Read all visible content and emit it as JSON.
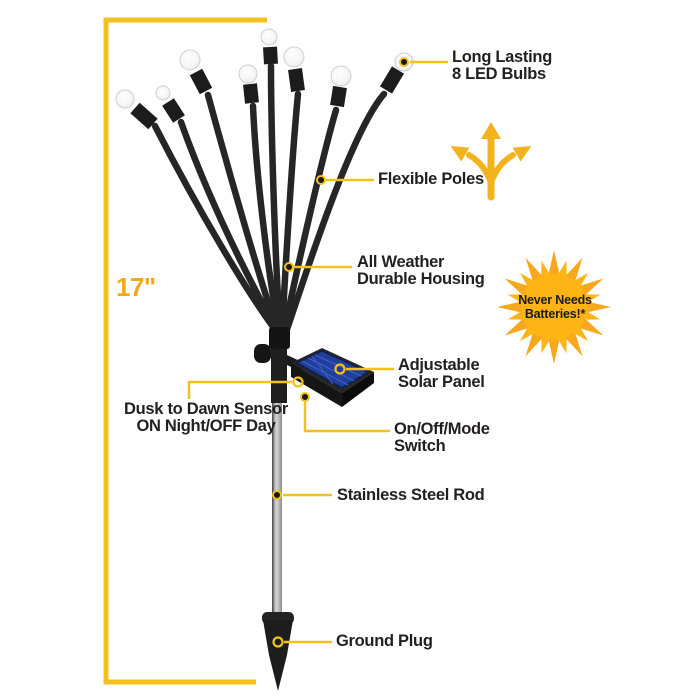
{
  "colors": {
    "accent_yellow": "#F2C11C",
    "measure_gold": "#F0A81C",
    "sun_core": "#FDB515",
    "sun_ray": "#F7A81E",
    "arrow_gold": "#F2B31C",
    "text_dark": "#231F20",
    "panel_blue": "#203E9A"
  },
  "measurement": {
    "height_label": "17\""
  },
  "badge": {
    "line1": "Never Needs",
    "line2": "Batteries!*"
  },
  "icons": [
    "sun-icon",
    "flex-arrows-icon",
    "led-bulb-icon",
    "solar-panel-icon"
  ],
  "callouts": [
    {
      "id": "led-bulbs",
      "lines": [
        "Long Lasting",
        "8 LED Bulbs"
      ]
    },
    {
      "id": "flexible-poles",
      "lines": [
        "Flexible Poles",
        ""
      ]
    },
    {
      "id": "durable-housing",
      "lines": [
        "All Weather",
        "Durable Housing"
      ]
    },
    {
      "id": "solar-panel",
      "lines": [
        "Adjustable",
        "Solar Panel"
      ]
    },
    {
      "id": "dusk-sensor",
      "lines": [
        "Dusk to Dawn Sensor",
        "ON Night/OFF Day"
      ]
    },
    {
      "id": "mode-switch",
      "lines": [
        "On/Off/Mode",
        "Switch"
      ]
    },
    {
      "id": "steel-rod",
      "lines": [
        "Stainless Steel Rod",
        ""
      ]
    },
    {
      "id": "ground-plug",
      "lines": [
        "Ground Plug",
        ""
      ]
    }
  ]
}
